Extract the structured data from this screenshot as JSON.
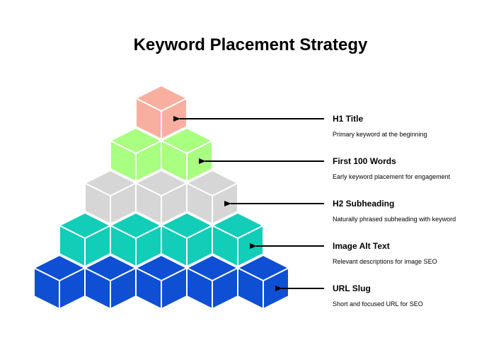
{
  "title": "Keyword Placement Strategy",
  "levels": [
    {
      "heading": "H1 Title",
      "description": "Primary keyword at the beginning",
      "color": "#F8AFA0",
      "cubes": 1
    },
    {
      "heading": "First 100 Words",
      "description": "Early keyword placement for engagement",
      "color": "#A8FF80",
      "cubes": 2
    },
    {
      "heading": "H2 Subheading",
      "description": "Naturally phrased subheading with keyword",
      "color": "#D6D6D6",
      "cubes": 3
    },
    {
      "heading": "Image Alt Text",
      "description": "Relevant descriptions for image SEO",
      "color": "#12CDB8",
      "cubes": 4
    },
    {
      "heading": "URL Slug",
      "description": "Short and focused URL for SEO",
      "color": "#0E4FD4",
      "cubes": 5
    }
  ]
}
